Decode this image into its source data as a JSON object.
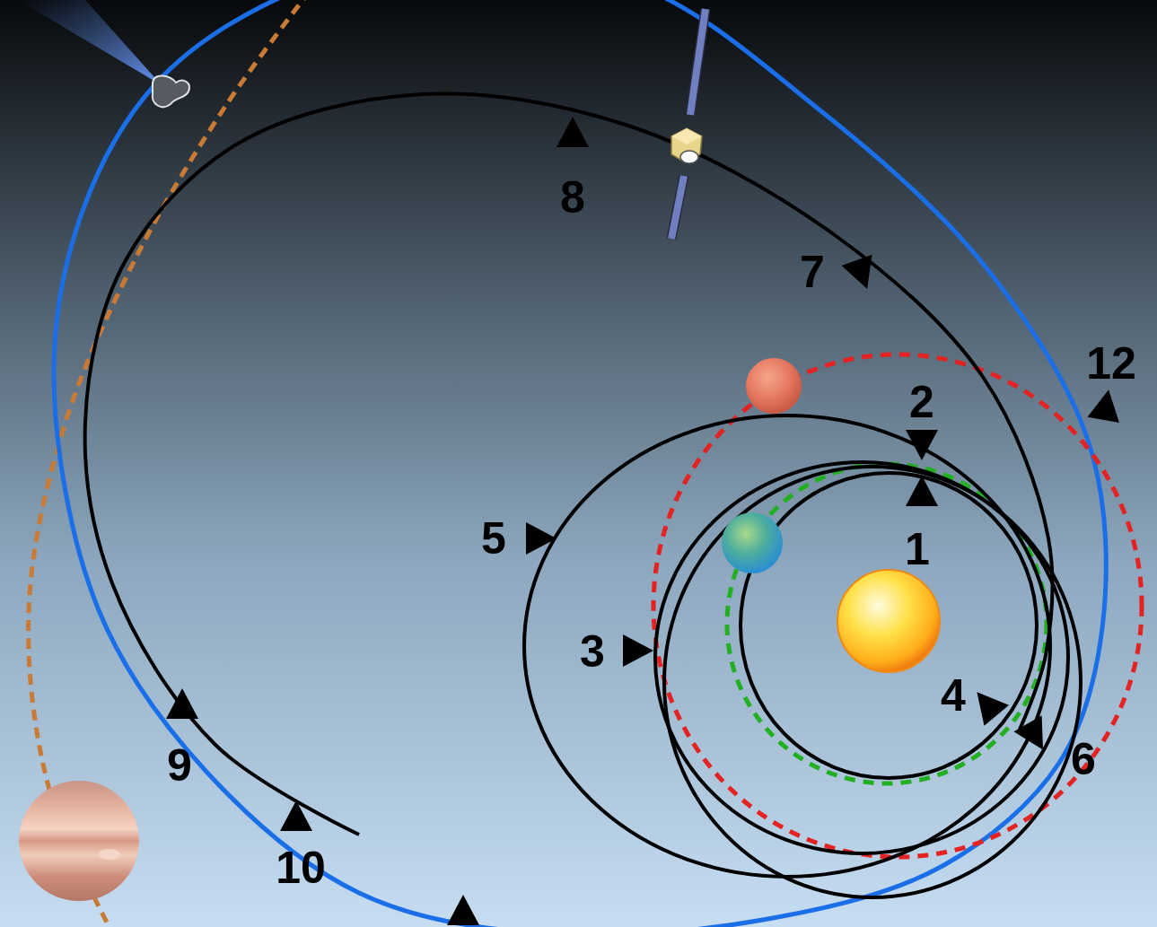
{
  "diagram": {
    "labels": [
      "1",
      "2",
      "3",
      "4",
      "5",
      "6",
      "7",
      "8",
      "9",
      "10",
      "12"
    ]
  }
}
